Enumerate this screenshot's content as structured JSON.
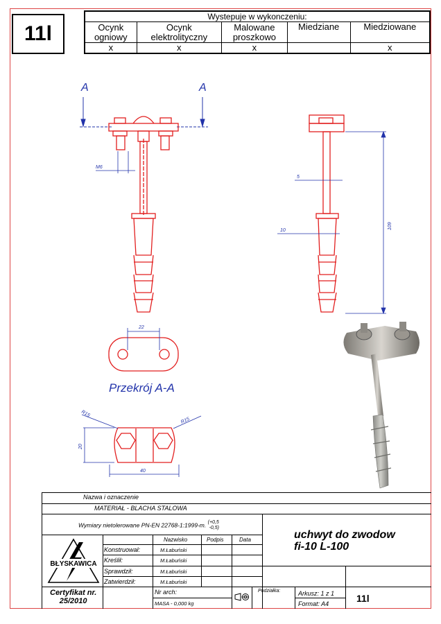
{
  "code": "11l",
  "variants": {
    "header": "Wystepuje w wykonczeniu:",
    "columns": [
      {
        "label": "Ocynk ogniowy",
        "l1": "Ocynk",
        "l2": "ogniowy",
        "mark": "x"
      },
      {
        "label": "Ocynk elektrolityczny",
        "l1": "Ocynk",
        "l2": "elektrolityczny",
        "mark": "x"
      },
      {
        "label": "Malowane proszkowo",
        "l1": "Malowane",
        "l2": "proszkowo",
        "mark": "x"
      },
      {
        "label": "Miedziane",
        "l1": "Miedziane",
        "l2": "",
        "mark": ""
      },
      {
        "label": "Miedziowane",
        "l1": "Miedziowane",
        "l2": "",
        "mark": "x"
      }
    ]
  },
  "drawing": {
    "section_mark_left": "A",
    "section_mark_right": "A",
    "thread_label": "M6",
    "dim_width": "5",
    "dim_diameter": "10",
    "dim_length": "109",
    "dim_hole_spacing": "22",
    "section_caption": "Przekrój A-A",
    "radius_left": "R15",
    "radius_right": "R15",
    "dim_height": "20",
    "dim_bottom_width": "40"
  },
  "title_block": {
    "name_label": "Nazwa i oznaczenie",
    "material": "MATERIAŁ - BLACHA STALOWA",
    "tolerances": "Wymiary nietolerowane PN-EN 22768-1:1999-m.",
    "tol_plus": "+0,5",
    "tol_minus": "-0,5",
    "product_line1": "uchwyt do zwodow",
    "product_line2": "fi-10 L-100",
    "col_name": "Nazwisko",
    "col_sign": "Podpis",
    "col_date": "Data",
    "logo_text": "BŁYSKAWICA",
    "roles": [
      {
        "role": "Konstruował:",
        "name": "M.Łabuński"
      },
      {
        "role": "Kreślił:",
        "name": "M.Łabuński"
      },
      {
        "role": "Sprawdził:",
        "name": "M.Łabuński"
      },
      {
        "role": "Zatwierdził:",
        "name": "M.Łabuński"
      }
    ],
    "cert_line1": "Certyfikat nr.",
    "cert_line2": "25/2010",
    "arch_label": "Nr arch:",
    "mass": "MASA - 0,000 kg",
    "scale_label": "Podziałka:",
    "sheet": "Arkusz:  1 z 1",
    "format": "Format:   A4",
    "code": "11l"
  }
}
